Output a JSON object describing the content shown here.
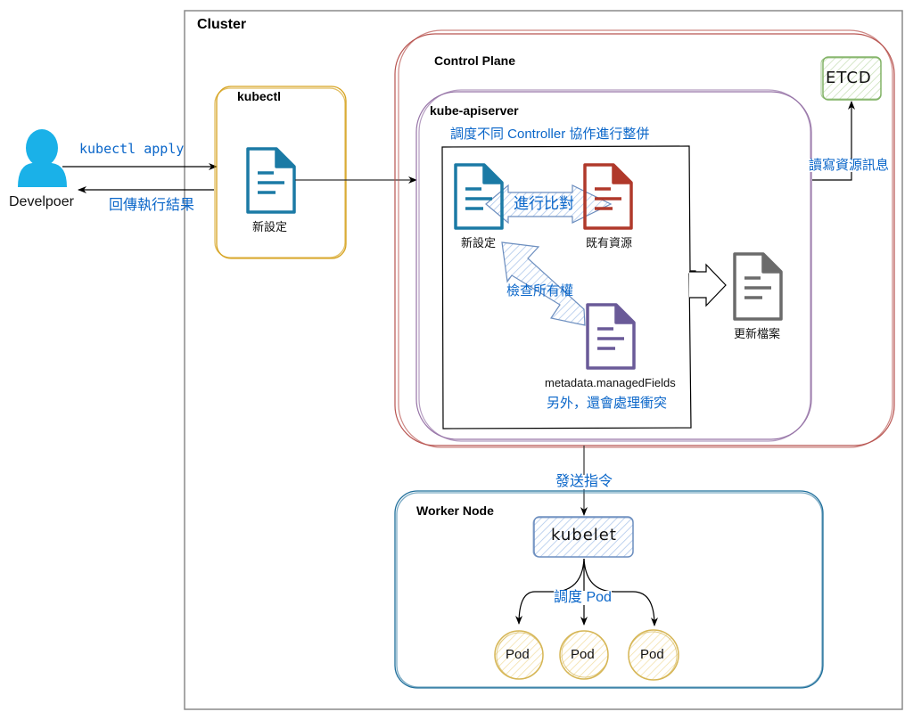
{
  "developer": {
    "label": "Develpoer",
    "icon": "user-icon"
  },
  "edges": {
    "apply_label": "kubectl apply",
    "return_label": "回傳執行結果",
    "etcd_label": "讀寫資源訊息",
    "send_label": "發送指令",
    "schedule_label": "調度 Pod"
  },
  "cluster": {
    "title": "Cluster"
  },
  "kubectl": {
    "title": "kubectl",
    "doc_label": "新設定",
    "doc_color": "#1b7aa5"
  },
  "control_plane": {
    "title": "Control Plane",
    "border_color": "#b85450"
  },
  "apiserver": {
    "title": "kube-apiserver",
    "subtitle": "調度不同 Controller 協作進行整併",
    "border_color": "#9673a6",
    "new_doc_label": "新設定",
    "existing_doc_label": "既有資源",
    "compare_label": "進行比對",
    "ownership_label": "檢查所有權",
    "managed_fields_label": "metadata.managedFields",
    "conflict_label": "另外，還會處理衝突",
    "colors": {
      "new": "#1b7aa5",
      "existing": "#b0392b",
      "managed": "#6a5a98"
    }
  },
  "update_doc": {
    "label": "更新檔案",
    "color": "#6b6b6b"
  },
  "etcd": {
    "label": "ETCD",
    "border_color": "#82b366"
  },
  "worker_node": {
    "title": "Worker Node",
    "border_color": "#1f6f9b",
    "kubelet_label": "kubelet",
    "pods": [
      "Pod",
      "Pod",
      "Pod"
    ],
    "pod_color": "#d6b656"
  }
}
